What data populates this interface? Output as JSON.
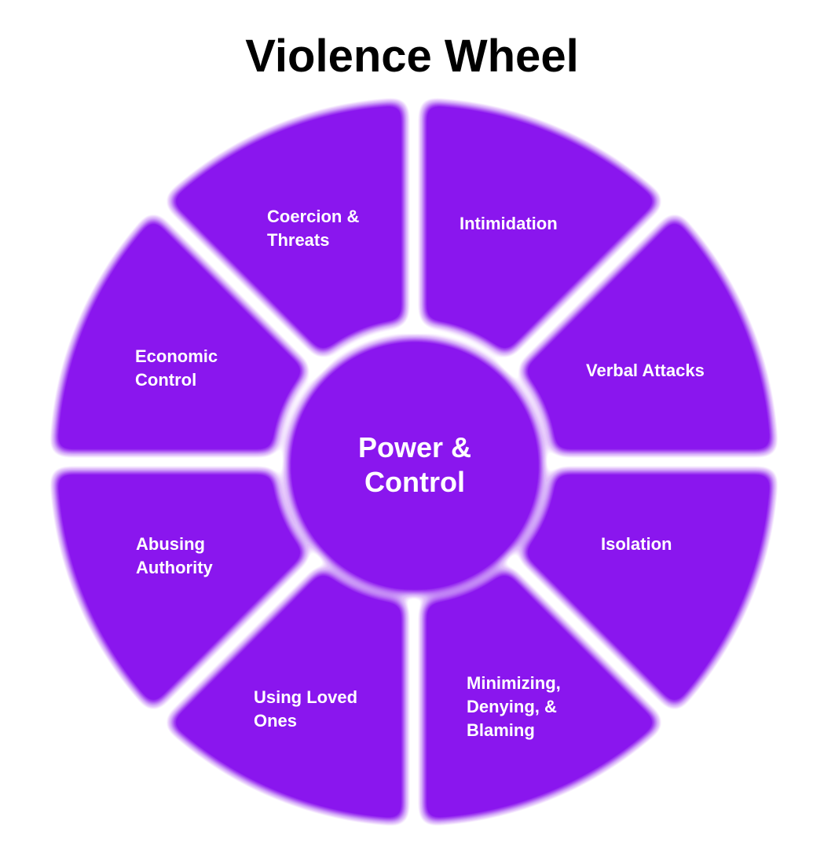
{
  "title": "Violence Wheel",
  "center": "Power &\nControl",
  "segments": [
    {
      "label": "Intimidation"
    },
    {
      "label": "Verbal Attacks"
    },
    {
      "label": "Isolation"
    },
    {
      "label": "Minimizing,\nDenying, &\nBlaming"
    },
    {
      "label": "Using Loved\nOnes"
    },
    {
      "label": "Abusing\nAuthority"
    },
    {
      "label": "Economic\nControl"
    },
    {
      "label": "Coercion &\nThreats"
    }
  ],
  "colors": {
    "segment": "#8A14EE",
    "background": "#FFFFFF",
    "text": "#FFFFFF",
    "title": "#000000"
  }
}
